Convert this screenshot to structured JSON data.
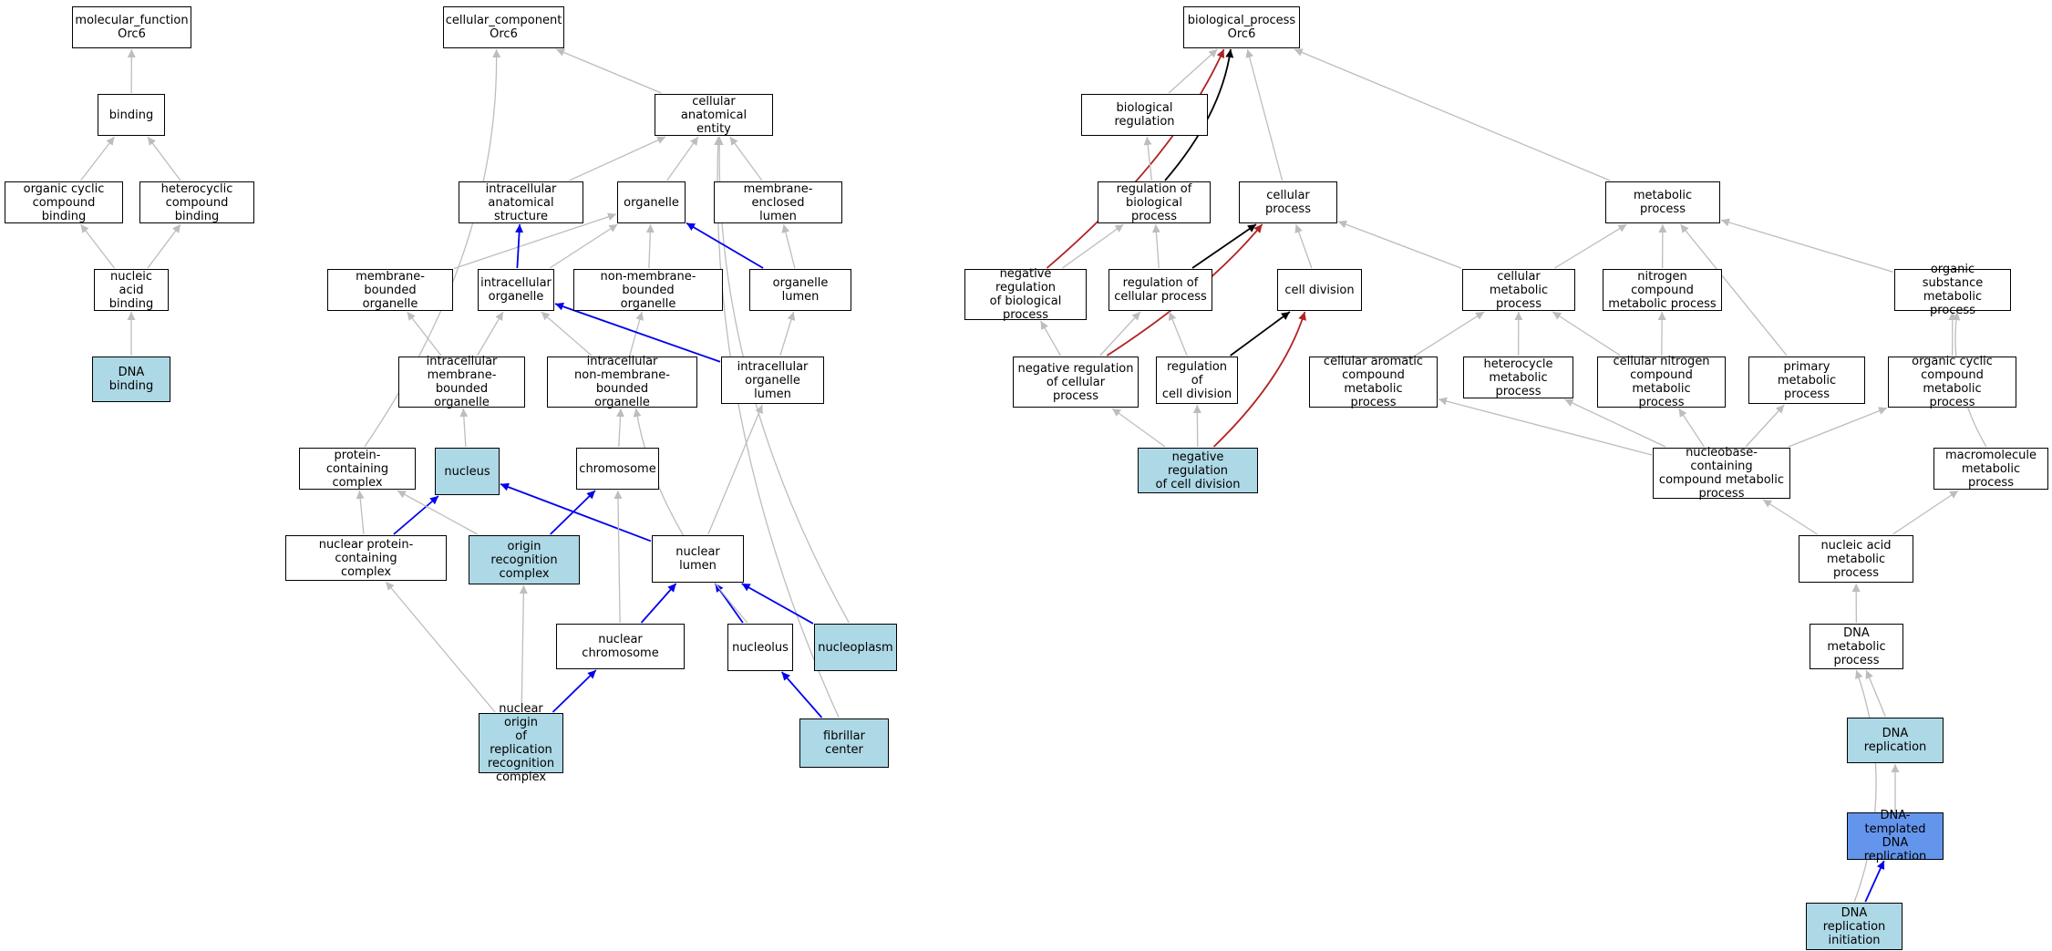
{
  "colors": {
    "default_fill": "#ffffff",
    "annotated_fill": "#add8e6",
    "query_fill": "#6495ed",
    "edge_is_a": "#bdbdbd",
    "edge_part_of": "#0000ee",
    "edge_regulates": "#000000",
    "edge_neg_regulates": "#b22222"
  },
  "nodes": [
    {
      "id": "mf",
      "label": "molecular_function\nOrc6",
      "fill": "default"
    },
    {
      "id": "binding",
      "label": "binding",
      "fill": "default"
    },
    {
      "id": "ocb",
      "label": "organic cyclic\ncompound binding",
      "fill": "default"
    },
    {
      "id": "hcb",
      "label": "heterocyclic\ncompound binding",
      "fill": "default"
    },
    {
      "id": "nab",
      "label": "nucleic acid\nbinding",
      "fill": "default"
    },
    {
      "id": "dnab",
      "label": "DNA binding",
      "fill": "annotated"
    },
    {
      "id": "cc",
      "label": "cellular_component\nOrc6",
      "fill": "default"
    },
    {
      "id": "cae",
      "label": "cellular anatomical\nentity",
      "fill": "default"
    },
    {
      "id": "ias",
      "label": "intracellular\nanatomical structure",
      "fill": "default"
    },
    {
      "id": "organelle",
      "label": "organelle",
      "fill": "default"
    },
    {
      "id": "mel",
      "label": "membrane-enclosed\nlumen",
      "fill": "default"
    },
    {
      "id": "mbo",
      "label": "membrane-bounded\norganelle",
      "fill": "default"
    },
    {
      "id": "io",
      "label": "intracellular\norganelle",
      "fill": "default"
    },
    {
      "id": "nmbo",
      "label": "non-membrane-bounded\norganelle",
      "fill": "default"
    },
    {
      "id": "ol",
      "label": "organelle lumen",
      "fill": "default"
    },
    {
      "id": "imbo",
      "label": "intracellular\nmembrane-bounded\norganelle",
      "fill": "default"
    },
    {
      "id": "inmbo",
      "label": "intracellular\nnon-membrane-bounded\norganelle",
      "fill": "default"
    },
    {
      "id": "iol",
      "label": "intracellular\norganelle lumen",
      "fill": "default"
    },
    {
      "id": "pcc",
      "label": "protein-containing\ncomplex",
      "fill": "default"
    },
    {
      "id": "nucleus",
      "label": "nucleus",
      "fill": "annotated"
    },
    {
      "id": "chrom",
      "label": "chromosome",
      "fill": "default"
    },
    {
      "id": "npcc",
      "label": "nuclear protein-containing\ncomplex",
      "fill": "default"
    },
    {
      "id": "orc",
      "label": "origin recognition\ncomplex",
      "fill": "annotated"
    },
    {
      "id": "nl",
      "label": "nuclear lumen",
      "fill": "default"
    },
    {
      "id": "nchrom",
      "label": "nuclear chromosome",
      "fill": "default"
    },
    {
      "id": "nucleolus",
      "label": "nucleolus",
      "fill": "default"
    },
    {
      "id": "nucleoplasm",
      "label": "nucleoplasm",
      "fill": "annotated"
    },
    {
      "id": "norc",
      "label": "nuclear origin\nof replication\nrecognition\ncomplex",
      "fill": "annotated"
    },
    {
      "id": "fc",
      "label": "fibrillar center",
      "fill": "annotated"
    },
    {
      "id": "bp",
      "label": "biological_process\nOrc6",
      "fill": "default"
    },
    {
      "id": "br",
      "label": "biological regulation",
      "fill": "default"
    },
    {
      "id": "rbp",
      "label": "regulation of\nbiological process",
      "fill": "default"
    },
    {
      "id": "cp",
      "label": "cellular process",
      "fill": "default"
    },
    {
      "id": "mp",
      "label": "metabolic process",
      "fill": "default"
    },
    {
      "id": "nrbp",
      "label": "negative regulation\nof biological\nprocess",
      "fill": "default"
    },
    {
      "id": "rcp",
      "label": "regulation of\ncellular process",
      "fill": "default"
    },
    {
      "id": "cd",
      "label": "cell division",
      "fill": "default"
    },
    {
      "id": "cmp",
      "label": "cellular metabolic\nprocess",
      "fill": "default"
    },
    {
      "id": "ncmp",
      "label": "nitrogen compound\nmetabolic process",
      "fill": "default"
    },
    {
      "id": "osmp",
      "label": "organic substance\nmetabolic process",
      "fill": "default"
    },
    {
      "id": "nrcp",
      "label": "negative regulation\nof cellular\nprocess",
      "fill": "default"
    },
    {
      "id": "rcd",
      "label": "regulation of\ncell division",
      "fill": "default"
    },
    {
      "id": "cacmp",
      "label": "cellular aromatic\ncompound metabolic\nprocess",
      "fill": "default"
    },
    {
      "id": "hmp",
      "label": "heterocycle\nmetabolic process",
      "fill": "default"
    },
    {
      "id": "cncmp",
      "label": "cellular nitrogen\ncompound metabolic\nprocess",
      "fill": "default"
    },
    {
      "id": "pmp",
      "label": "primary metabolic\nprocess",
      "fill": "default"
    },
    {
      "id": "occmp",
      "label": "organic cyclic\ncompound metabolic\nprocess",
      "fill": "default"
    },
    {
      "id": "nrcd",
      "label": "negative regulation\nof cell division",
      "fill": "annotated"
    },
    {
      "id": "nbcmp",
      "label": "nucleobase-containing\ncompound metabolic\nprocess",
      "fill": "default"
    },
    {
      "id": "mmp",
      "label": "macromolecule\nmetabolic process",
      "fill": "default"
    },
    {
      "id": "namp",
      "label": "nucleic acid\nmetabolic process",
      "fill": "default"
    },
    {
      "id": "dnamp",
      "label": "DNA metabolic\nprocess",
      "fill": "default"
    },
    {
      "id": "dnarep",
      "label": "DNA replication",
      "fill": "annotated"
    },
    {
      "id": "dtdr",
      "label": "DNA-templated\nDNA replication",
      "fill": "query"
    },
    {
      "id": "dri",
      "label": "DNA replication\ninitiation",
      "fill": "annotated"
    }
  ],
  "edges": [
    {
      "from": "binding",
      "to": "mf",
      "type": "is_a"
    },
    {
      "from": "ocb",
      "to": "binding",
      "type": "is_a"
    },
    {
      "from": "hcb",
      "to": "binding",
      "type": "is_a"
    },
    {
      "from": "nab",
      "to": "ocb",
      "type": "is_a"
    },
    {
      "from": "nab",
      "to": "hcb",
      "type": "is_a"
    },
    {
      "from": "dnab",
      "to": "nab",
      "type": "is_a"
    },
    {
      "from": "cae",
      "to": "cc",
      "type": "is_a"
    },
    {
      "from": "pcc",
      "to": "cc",
      "type": "is_a",
      "curve": true
    },
    {
      "from": "ias",
      "to": "cae",
      "type": "is_a"
    },
    {
      "from": "organelle",
      "to": "cae",
      "type": "is_a"
    },
    {
      "from": "mel",
      "to": "cae",
      "type": "is_a"
    },
    {
      "from": "nucleoplasm",
      "to": "cae",
      "type": "is_a",
      "curve": true
    },
    {
      "from": "fc",
      "to": "cae",
      "type": "is_a",
      "curve": true
    },
    {
      "from": "mbo",
      "to": "organelle",
      "type": "is_a"
    },
    {
      "from": "io",
      "to": "organelle",
      "type": "is_a"
    },
    {
      "from": "nmbo",
      "to": "organelle",
      "type": "is_a"
    },
    {
      "from": "io",
      "to": "ias",
      "type": "part_of"
    },
    {
      "from": "ol",
      "to": "organelle",
      "type": "part_of"
    },
    {
      "from": "ol",
      "to": "mel",
      "type": "is_a"
    },
    {
      "from": "imbo",
      "to": "mbo",
      "type": "is_a"
    },
    {
      "from": "imbo",
      "to": "io",
      "type": "is_a"
    },
    {
      "from": "inmbo",
      "to": "io",
      "type": "is_a"
    },
    {
      "from": "inmbo",
      "to": "nmbo",
      "type": "is_a"
    },
    {
      "from": "iol",
      "to": "io",
      "type": "part_of"
    },
    {
      "from": "iol",
      "to": "ol",
      "type": "is_a"
    },
    {
      "from": "nucleus",
      "to": "imbo",
      "type": "is_a"
    },
    {
      "from": "chrom",
      "to": "inmbo",
      "type": "is_a"
    },
    {
      "from": "npcc",
      "to": "pcc",
      "type": "is_a"
    },
    {
      "from": "npcc",
      "to": "nucleus",
      "type": "part_of"
    },
    {
      "from": "orc",
      "to": "pcc",
      "type": "is_a"
    },
    {
      "from": "orc",
      "to": "chrom",
      "type": "part_of"
    },
    {
      "from": "nl",
      "to": "nucleus",
      "type": "part_of"
    },
    {
      "from": "nl",
      "to": "iol",
      "type": "is_a"
    },
    {
      "from": "nchrom",
      "to": "chrom",
      "type": "is_a"
    },
    {
      "from": "nchrom",
      "to": "nl",
      "type": "part_of"
    },
    {
      "from": "nucleolus",
      "to": "nl",
      "type": "part_of"
    },
    {
      "from": "nucleolus",
      "to": "inmbo",
      "type": "is_a",
      "curve": true
    },
    {
      "from": "nucleoplasm",
      "to": "nl",
      "type": "part_of"
    },
    {
      "from": "norc",
      "to": "npcc",
      "type": "is_a"
    },
    {
      "from": "norc",
      "to": "orc",
      "type": "is_a"
    },
    {
      "from": "norc",
      "to": "nchrom",
      "type": "part_of"
    },
    {
      "from": "fc",
      "to": "nucleolus",
      "type": "part_of"
    },
    {
      "from": "br",
      "to": "bp",
      "type": "is_a"
    },
    {
      "from": "cp",
      "to": "bp",
      "type": "is_a"
    },
    {
      "from": "mp",
      "to": "bp",
      "type": "is_a"
    },
    {
      "from": "rbp",
      "to": "bp",
      "type": "regulates",
      "curve": true
    },
    {
      "from": "nrbp",
      "to": "bp",
      "type": "negatively_regulates",
      "curve": true
    },
    {
      "from": "rbp",
      "to": "br",
      "type": "is_a"
    },
    {
      "from": "nrbp",
      "to": "rbp",
      "type": "is_a"
    },
    {
      "from": "rcp",
      "to": "rbp",
      "type": "is_a"
    },
    {
      "from": "rcp",
      "to": "cp",
      "type": "regulates"
    },
    {
      "from": "cd",
      "to": "cp",
      "type": "is_a"
    },
    {
      "from": "cmp",
      "to": "cp",
      "type": "is_a"
    },
    {
      "from": "cmp",
      "to": "mp",
      "type": "is_a"
    },
    {
      "from": "ncmp",
      "to": "mp",
      "type": "is_a"
    },
    {
      "from": "osmp",
      "to": "mp",
      "type": "is_a"
    },
    {
      "from": "pmp",
      "to": "mp",
      "type": "is_a"
    },
    {
      "from": "nrcp",
      "to": "nrbp",
      "type": "is_a"
    },
    {
      "from": "nrcp",
      "to": "rcp",
      "type": "is_a"
    },
    {
      "from": "nrcp",
      "to": "cp",
      "type": "negatively_regulates",
      "curve": true
    },
    {
      "from": "rcd",
      "to": "rcp",
      "type": "is_a"
    },
    {
      "from": "rcd",
      "to": "cd",
      "type": "regulates"
    },
    {
      "from": "cacmp",
      "to": "cmp",
      "type": "is_a"
    },
    {
      "from": "hmp",
      "to": "cmp",
      "type": "is_a"
    },
    {
      "from": "cncmp",
      "to": "cmp",
      "type": "is_a"
    },
    {
      "from": "cncmp",
      "to": "ncmp",
      "type": "is_a"
    },
    {
      "from": "occmp",
      "to": "osmp",
      "type": "is_a"
    },
    {
      "from": "nrcd",
      "to": "nrcp",
      "type": "is_a"
    },
    {
      "from": "nrcd",
      "to": "rcd",
      "type": "is_a"
    },
    {
      "from": "nrcd",
      "to": "cd",
      "type": "negatively_regulates",
      "curve": true
    },
    {
      "from": "nbcmp",
      "to": "cacmp",
      "type": "is_a"
    },
    {
      "from": "nbcmp",
      "to": "hmp",
      "type": "is_a"
    },
    {
      "from": "nbcmp",
      "to": "cncmp",
      "type": "is_a"
    },
    {
      "from": "nbcmp",
      "to": "pmp",
      "type": "is_a"
    },
    {
      "from": "nbcmp",
      "to": "occmp",
      "type": "is_a"
    },
    {
      "from": "mmp",
      "to": "osmp",
      "type": "is_a",
      "curve": true
    },
    {
      "from": "namp",
      "to": "nbcmp",
      "type": "is_a"
    },
    {
      "from": "namp",
      "to": "mmp",
      "type": "is_a"
    },
    {
      "from": "dnamp",
      "to": "namp",
      "type": "is_a"
    },
    {
      "from": "dnarep",
      "to": "dnamp",
      "type": "is_a"
    },
    {
      "from": "dtdr",
      "to": "dnarep",
      "type": "is_a"
    },
    {
      "from": "dri",
      "to": "dtdr",
      "type": "part_of"
    },
    {
      "from": "dri",
      "to": "dnamp",
      "type": "is_a",
      "curve": true
    }
  ]
}
